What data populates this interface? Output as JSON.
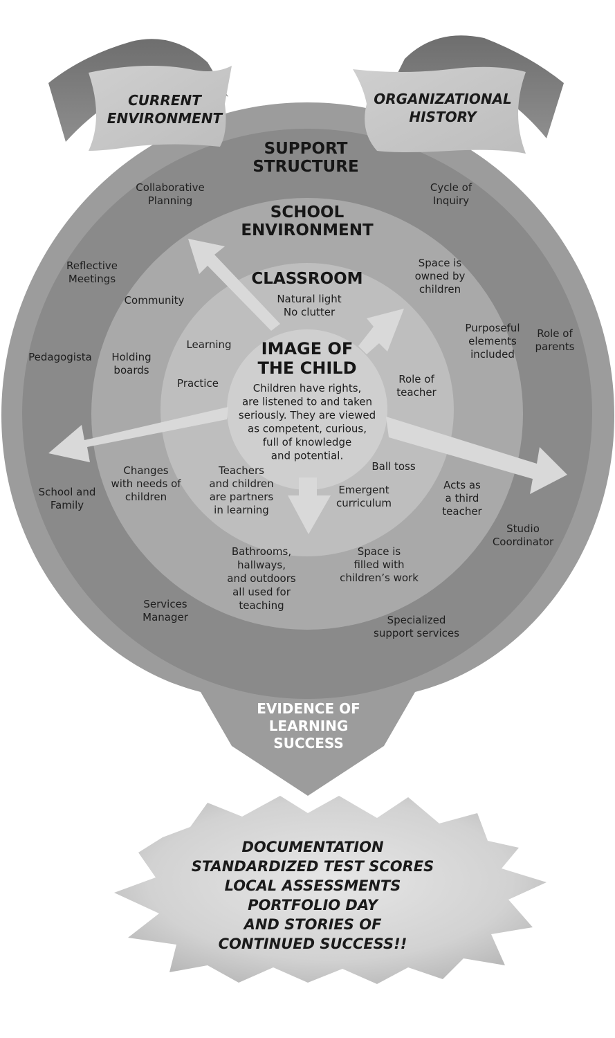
{
  "banners": {
    "left": [
      "CURRENT",
      "ENVIRONMENT"
    ],
    "right": [
      "ORGANIZATIONAL",
      "HISTORY"
    ]
  },
  "rings": {
    "support_structure": [
      "SUPPORT",
      "STRUCTURE"
    ],
    "school_environment": [
      "SCHOOL",
      "ENVIRONMENT"
    ],
    "classroom": "CLASSROOM",
    "classroom_note": [
      "Natural light",
      "No clutter"
    ],
    "image_of_child": [
      "IMAGE OF",
      "THE CHILD"
    ],
    "image_of_child_desc": [
      "Children have rights,",
      "are listened to and taken",
      "seriously.  They are viewed",
      "as competent, curious,",
      "full of knowledge",
      "and potential."
    ]
  },
  "support_labels": {
    "collaborative_planning": [
      "Collaborative",
      "Planning"
    ],
    "cycle_of_inquiry": [
      "Cycle of",
      "Inquiry"
    ],
    "reflective_meetings": [
      "Reflective",
      "Meetings"
    ],
    "pedagogista": [
      "Pedagogista"
    ],
    "role_of_parents": [
      "Role of",
      "parents"
    ],
    "school_and_family": [
      "School and",
      "Family"
    ],
    "studio_coordinator": [
      "Studio",
      "Coordinator"
    ],
    "services_manager": [
      "Services",
      "Manager"
    ],
    "specialized_support": [
      "Specialized",
      "support services"
    ]
  },
  "school_labels": {
    "community": [
      "Community"
    ],
    "holding_boards": [
      "Holding",
      "boards"
    ],
    "space_owned": [
      "Space is",
      "owned by",
      "children"
    ],
    "purposeful_elements": [
      "Purposeful",
      "elements",
      "included"
    ],
    "changes_with_needs": [
      "Changes",
      "with needs of",
      "children"
    ],
    "acts_as_third_teacher": [
      "Acts as",
      "a third",
      "teacher"
    ],
    "bathrooms": [
      "Bathrooms,",
      "hallways,",
      "and outdoors",
      "all used for",
      "teaching"
    ],
    "space_filled": [
      "Space is",
      "filled with",
      "children’s work"
    ]
  },
  "classroom_labels": {
    "learning": [
      "Learning"
    ],
    "practice": [
      "Practice"
    ],
    "role_of_teacher": [
      "Role of",
      "teacher"
    ],
    "teachers_partners": [
      "Teachers",
      "and children",
      "are partners",
      "in learning"
    ],
    "ball_toss": [
      "Ball toss"
    ],
    "emergent_curriculum": [
      "Emergent",
      "curriculum"
    ]
  },
  "evidence": [
    "EVIDENCE OF",
    "LEARNING",
    "SUCCESS"
  ],
  "outcomes": [
    "DOCUMENTATION",
    "STANDARDIZED TEST SCORES",
    "LOCAL ASSESSMENTS",
    "PORTFOLIO DAY",
    "AND  STORIES OF",
    "CONTINUED SUCCESS!!"
  ],
  "colors": {
    "outer_ring": "#9a9a9a",
    "support_ring": "#8a8a8a",
    "school_ring": "#a9a9a9",
    "classroom_ring": "#bebebe",
    "center": "#cfcfcf",
    "arrows": "#d9d9d9",
    "burst": "#d6d6d6"
  }
}
